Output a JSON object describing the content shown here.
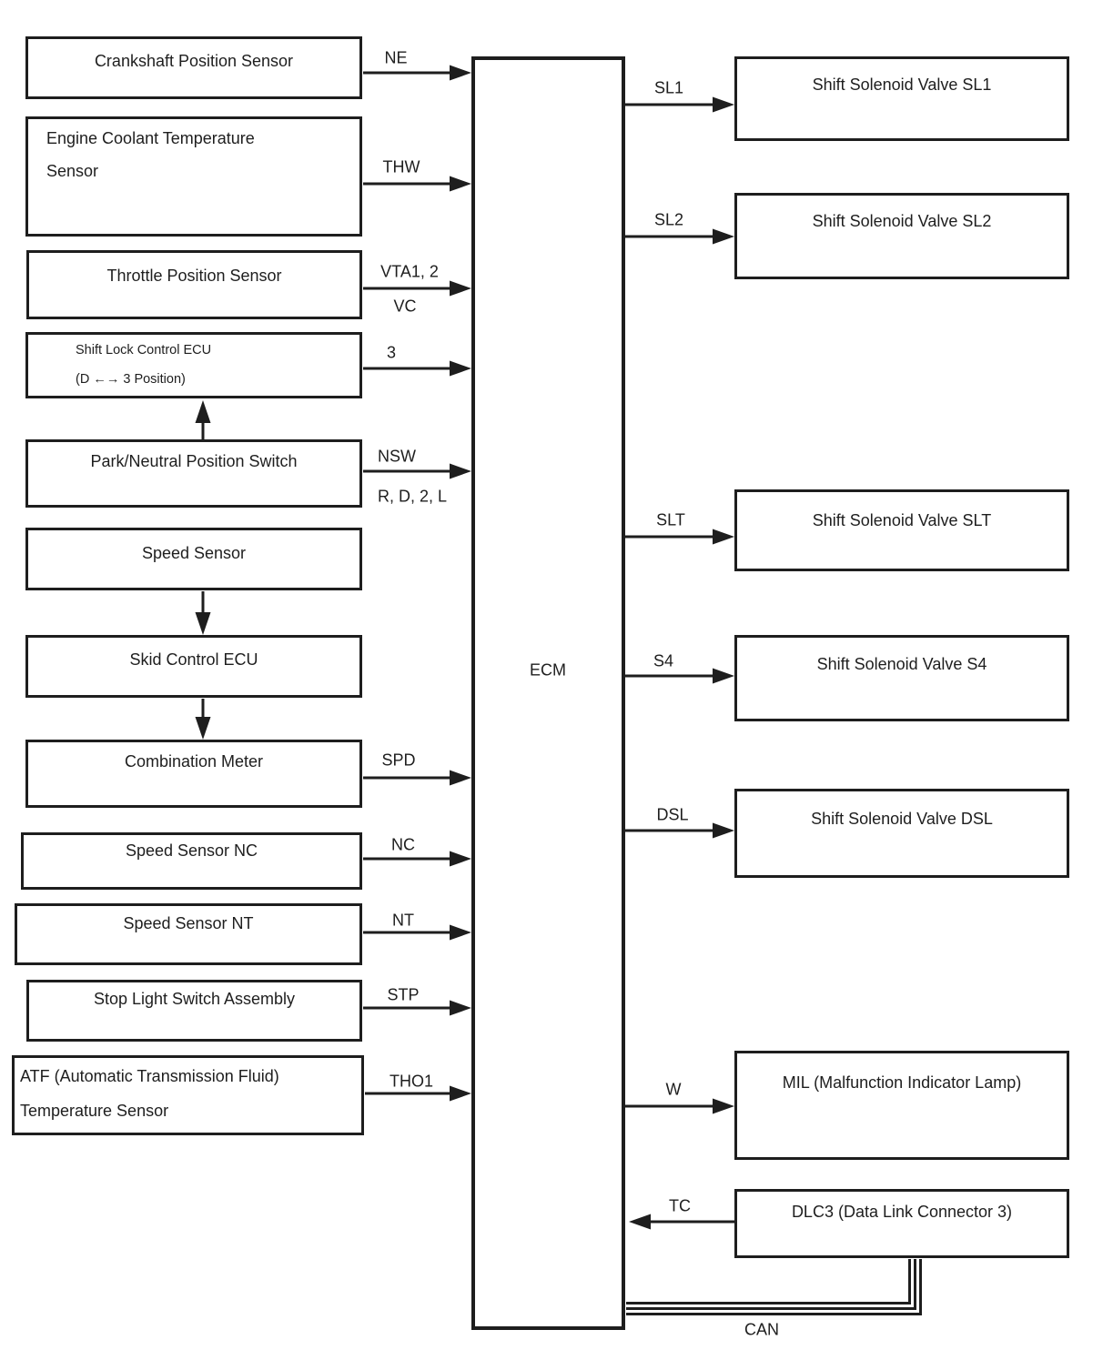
{
  "colors": {
    "ink": "#1e1e1e",
    "background": "#ffffff"
  },
  "ecm": {
    "label": "ECM"
  },
  "bus": {
    "label": "CAN"
  },
  "left_boxes": {
    "crankshaft": {
      "title": "Crankshaft Position Sensor"
    },
    "coolant": {
      "line1": "Engine Coolant Temperature",
      "line2": "Sensor"
    },
    "throttle": {
      "title": "Throttle Position Sensor"
    },
    "shift_lock": {
      "line1": "Shift Lock Control ECU",
      "line2": "(D ←→ 3 Position)"
    },
    "park_neutral": {
      "title": "Park/Neutral Position Switch"
    },
    "speed": {
      "title": "Speed Sensor"
    },
    "skid": {
      "title": "Skid Control ECU"
    },
    "combination": {
      "title": "Combination Meter"
    },
    "speed_nc": {
      "title": "Speed Sensor NC"
    },
    "speed_nt": {
      "title": "Speed Sensor NT"
    },
    "stop_light": {
      "title": "Stop Light Switch Assembly"
    },
    "atf": {
      "line1": "ATF (Automatic Transmission Fluid)",
      "line2": "Temperature Sensor"
    }
  },
  "right_boxes": {
    "sl1": {
      "title": "Shift Solenoid Valve SL1"
    },
    "sl2": {
      "title": "Shift Solenoid Valve SL2"
    },
    "slt": {
      "title": "Shift Solenoid Valve SLT"
    },
    "s4": {
      "title": "Shift Solenoid Valve S4"
    },
    "dsl": {
      "title": "Shift Solenoid Valve DSL"
    },
    "mil": {
      "title": "MIL (Malfunction Indicator Lamp)"
    },
    "dlc3": {
      "title": "DLC3 (Data Link Connector 3)"
    }
  },
  "signals": {
    "ne": "NE",
    "thw": "THW",
    "vta": "VTA1, 2",
    "vc": "VC",
    "three": "3",
    "nsw": "NSW",
    "rd2l": "R, D, 2, L",
    "spd": "SPD",
    "nc": "NC",
    "nt": "NT",
    "stp": "STP",
    "tho1": "THO1",
    "sl1": "SL1",
    "sl2": "SL2",
    "slt": "SLT",
    "s4": "S4",
    "dsl": "DSL",
    "w": "W",
    "tc": "TC"
  }
}
